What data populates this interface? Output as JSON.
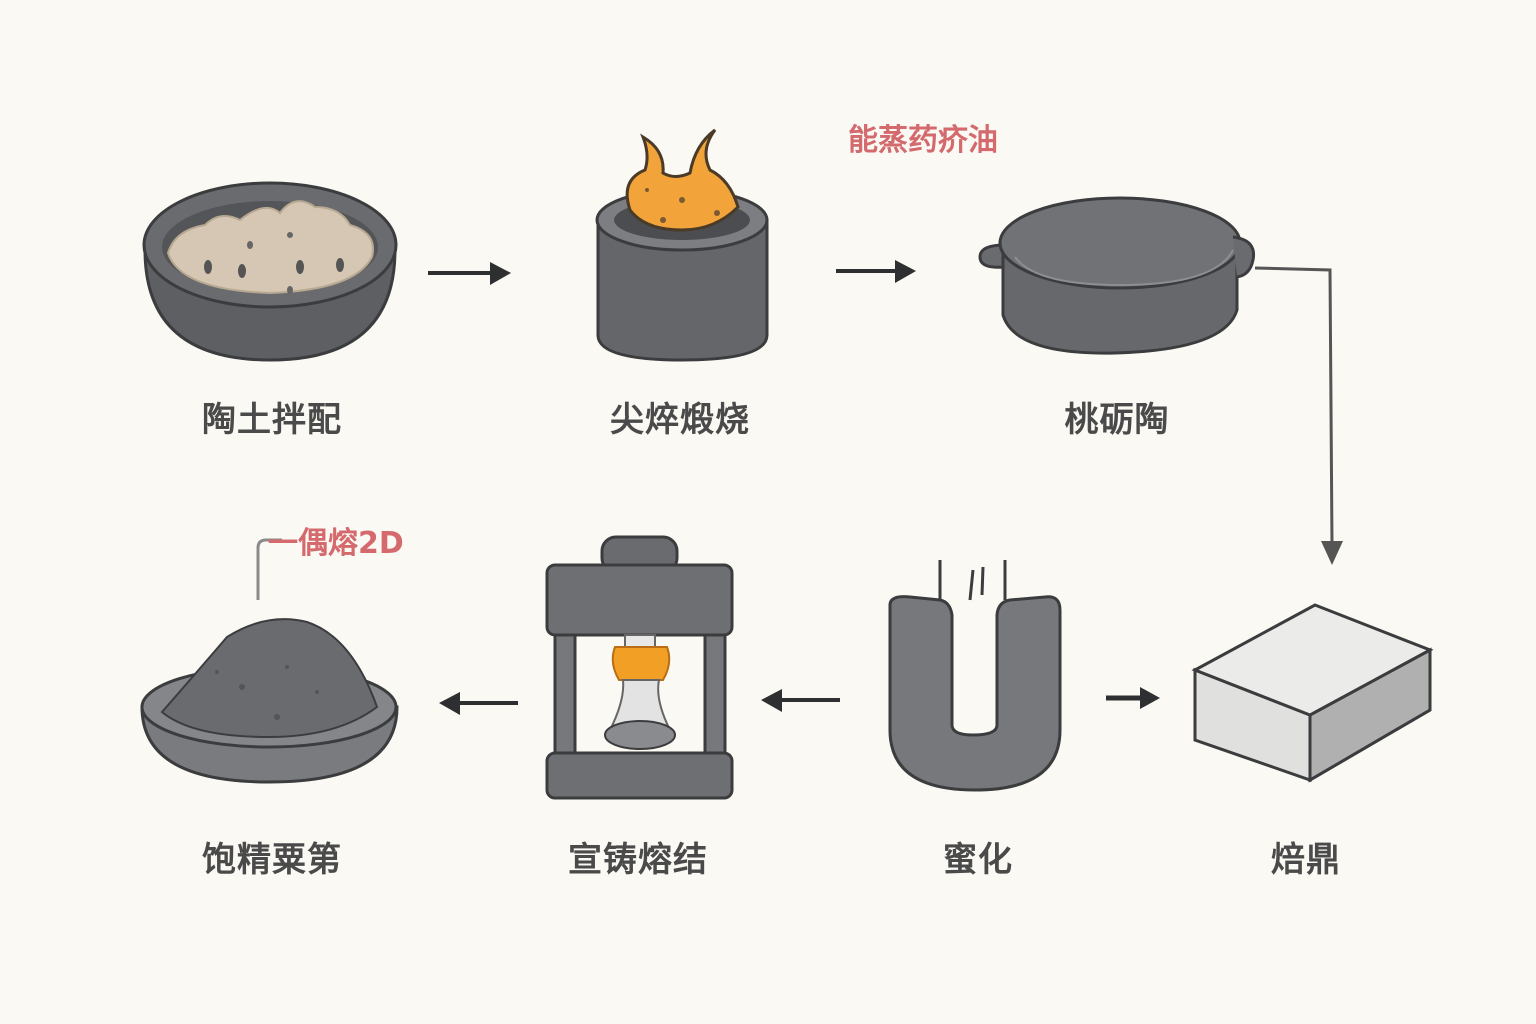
{
  "diagram": {
    "title": "",
    "colors": {
      "background": "#fbf9f4",
      "label_text": "#4a4a4a",
      "annotation_red": "#d46a6e",
      "arrow": "#2e2f31",
      "vessel_gray": "#6e6e70",
      "flame_orange": "#f2a33a"
    },
    "steps": [
      {
        "id": 1,
        "icon": "bowl-with-paste-icon",
        "label": "陶土拌配"
      },
      {
        "id": 2,
        "icon": "burner-flame-icon",
        "label": "尖焠煅烧"
      },
      {
        "id": 3,
        "icon": "covered-pot-icon",
        "label": "桃砺陶"
      },
      {
        "id": 4,
        "icon": "block-icon",
        "label": "焙鼎"
      },
      {
        "id": 5,
        "icon": "u-magnet-icon",
        "label": "蜜化"
      },
      {
        "id": 6,
        "icon": "press-icon",
        "label": "宣铸熔结"
      },
      {
        "id": 7,
        "icon": "mound-dish-icon",
        "label": "饱精粟第"
      }
    ],
    "annotations": [
      {
        "attached_to_step": 3,
        "text": "能蒸药疥油"
      },
      {
        "attached_to_step": 7,
        "text": "一偶熔2D"
      }
    ],
    "flow": [
      {
        "from": 1,
        "to": 2,
        "direction": "right"
      },
      {
        "from": 2,
        "to": 3,
        "direction": "right"
      },
      {
        "from": 3,
        "to": 4,
        "direction": "down"
      },
      {
        "from": 5,
        "to": 4,
        "direction": "right"
      },
      {
        "from": 5,
        "to": 6,
        "direction": "left"
      },
      {
        "from": 6,
        "to": 7,
        "direction": "left"
      }
    ]
  }
}
